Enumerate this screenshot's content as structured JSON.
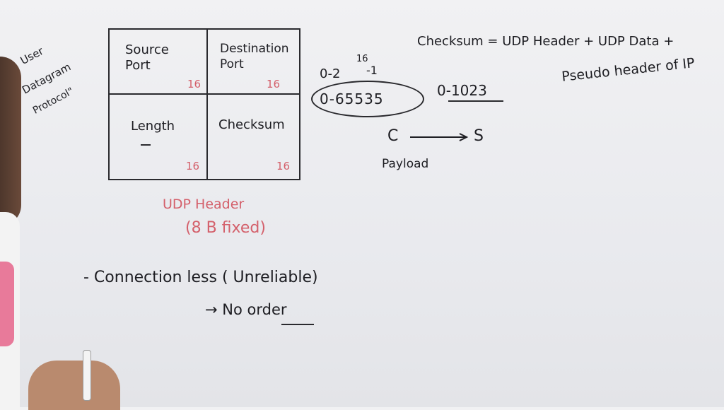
{
  "side_note": {
    "line1": "User",
    "line2": "Datagram",
    "line3": "Protocol\""
  },
  "header_table": {
    "source_port": "Source Port",
    "destination_port": "Destination Port",
    "length": "Length",
    "checksum": "Checksum",
    "source_bits": "16",
    "dest_bits": "16",
    "length_bits": "16",
    "checksum_bits": "16"
  },
  "range_notes": {
    "power": "0-2",
    "exponent": "16",
    "minus_one": "-1",
    "port_range": "0-65535",
    "well_known": "0-1023"
  },
  "flow": {
    "client": "C",
    "server": "S",
    "payload": "Payload"
  },
  "checksum_formula": {
    "line1": "Checksum = UDP Header + UDP Data +",
    "line2": "Pseudo header of IP"
  },
  "udp_header_caption": {
    "title": "UDP Header",
    "size": "(8 B fixed)"
  },
  "notes": {
    "connection": "- Connection less ( Unreliable)",
    "order": "→ No order"
  },
  "colors": {
    "board": "#eeeff2",
    "ink": "#1d1d22",
    "accent_pink": "#d4606b"
  }
}
